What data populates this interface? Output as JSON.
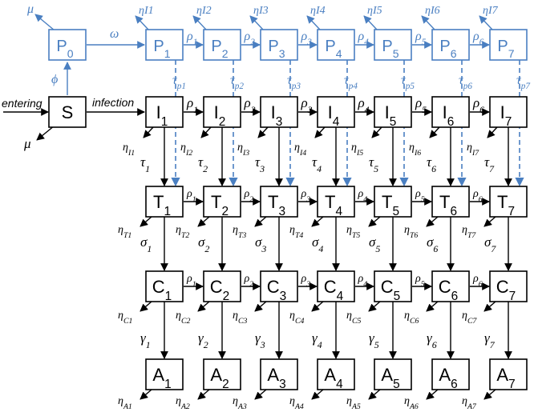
{
  "nodes": {
    "S": "S",
    "P0": [
      "P",
      "0"
    ],
    "P": [
      [
        "P",
        "1"
      ],
      [
        "P",
        "2"
      ],
      [
        "P",
        "3"
      ],
      [
        "P",
        "4"
      ],
      [
        "P",
        "5"
      ],
      [
        "P",
        "6"
      ],
      [
        "P",
        "7"
      ]
    ],
    "I": [
      [
        "I",
        "1"
      ],
      [
        "I",
        "2"
      ],
      [
        "I",
        "3"
      ],
      [
        "I",
        "4"
      ],
      [
        "I",
        "5"
      ],
      [
        "I",
        "6"
      ],
      [
        "I",
        "7"
      ]
    ],
    "T": [
      [
        "T",
        "1"
      ],
      [
        "T",
        "2"
      ],
      [
        "T",
        "3"
      ],
      [
        "T",
        "4"
      ],
      [
        "T",
        "5"
      ],
      [
        "T",
        "6"
      ],
      [
        "T",
        "7"
      ]
    ],
    "C": [
      [
        "C",
        "1"
      ],
      [
        "C",
        "2"
      ],
      [
        "C",
        "3"
      ],
      [
        "C",
        "4"
      ],
      [
        "C",
        "5"
      ],
      [
        "C",
        "6"
      ],
      [
        "C",
        "7"
      ]
    ],
    "A": [
      [
        "A",
        "1"
      ],
      [
        "A",
        "2"
      ],
      [
        "A",
        "3"
      ],
      [
        "A",
        "4"
      ],
      [
        "A",
        "5"
      ],
      [
        "A",
        "6"
      ],
      [
        "A",
        "7"
      ]
    ]
  },
  "labels": {
    "entering": "entering",
    "infection": "infection",
    "mu_top": "μ",
    "mu_bottom": "μ",
    "omega": "ω",
    "phi": "ϕ",
    "eta_p": [
      "ηI1",
      "ηI2",
      "ηI3",
      "ηI4",
      "ηI5",
      "ηI6",
      "ηI7"
    ],
    "rho": [
      [
        "ρ",
        "1"
      ],
      [
        "ρ",
        "2"
      ],
      [
        "ρ",
        "3"
      ],
      [
        "ρ",
        "4"
      ],
      [
        "ρ",
        "5"
      ],
      [
        "ρ",
        "6"
      ]
    ],
    "tau_p": [
      [
        "τ",
        "p1"
      ],
      [
        "τ",
        "p2"
      ],
      [
        "τ",
        "p3"
      ],
      [
        "τ",
        "p4"
      ],
      [
        "τ",
        "p5"
      ],
      [
        "τ",
        "p6"
      ],
      [
        "τ",
        "p7"
      ]
    ],
    "tau": [
      [
        "τ",
        "1"
      ],
      [
        "τ",
        "2"
      ],
      [
        "τ",
        "3"
      ],
      [
        "τ",
        "4"
      ],
      [
        "τ",
        "5"
      ],
      [
        "τ",
        "6"
      ],
      [
        "τ",
        "7"
      ]
    ],
    "sigma": [
      [
        "σ",
        "1"
      ],
      [
        "σ",
        "2"
      ],
      [
        "σ",
        "3"
      ],
      [
        "σ",
        "4"
      ],
      [
        "σ",
        "5"
      ],
      [
        "σ",
        "6"
      ],
      [
        "σ",
        "7"
      ]
    ],
    "gamma": [
      [
        "γ",
        "1"
      ],
      [
        "γ",
        "2"
      ],
      [
        "γ",
        "3"
      ],
      [
        "γ",
        "4"
      ],
      [
        "γ",
        "5"
      ],
      [
        "γ",
        "6"
      ],
      [
        "γ",
        "7"
      ]
    ],
    "eta_I": [
      [
        "η",
        "I1"
      ],
      [
        "η",
        "I2"
      ],
      [
        "η",
        "I3"
      ],
      [
        "η",
        "I4"
      ],
      [
        "η",
        "I5"
      ],
      [
        "η",
        "I6"
      ],
      [
        "η",
        "I7"
      ]
    ],
    "eta_T": [
      [
        "η",
        "T1"
      ],
      [
        "η",
        "T2"
      ],
      [
        "η",
        "T3"
      ],
      [
        "η",
        "T4"
      ],
      [
        "η",
        "T5"
      ],
      [
        "η",
        "T6"
      ],
      [
        "η",
        "T7"
      ]
    ],
    "eta_C": [
      [
        "η",
        "C1"
      ],
      [
        "η",
        "C2"
      ],
      [
        "η",
        "C3"
      ],
      [
        "η",
        "C4"
      ],
      [
        "η",
        "C5"
      ],
      [
        "η",
        "C6"
      ],
      [
        "η",
        "C7"
      ]
    ],
    "eta_A": [
      [
        "η",
        "A1"
      ],
      [
        "η",
        "A2"
      ],
      [
        "η",
        "A3"
      ],
      [
        "η",
        "A4"
      ],
      [
        "η",
        "A5"
      ],
      [
        "η",
        "A6"
      ],
      [
        "η",
        "A7"
      ]
    ]
  },
  "colors": {
    "black": "#000000",
    "blue": "#4a7fc1"
  }
}
